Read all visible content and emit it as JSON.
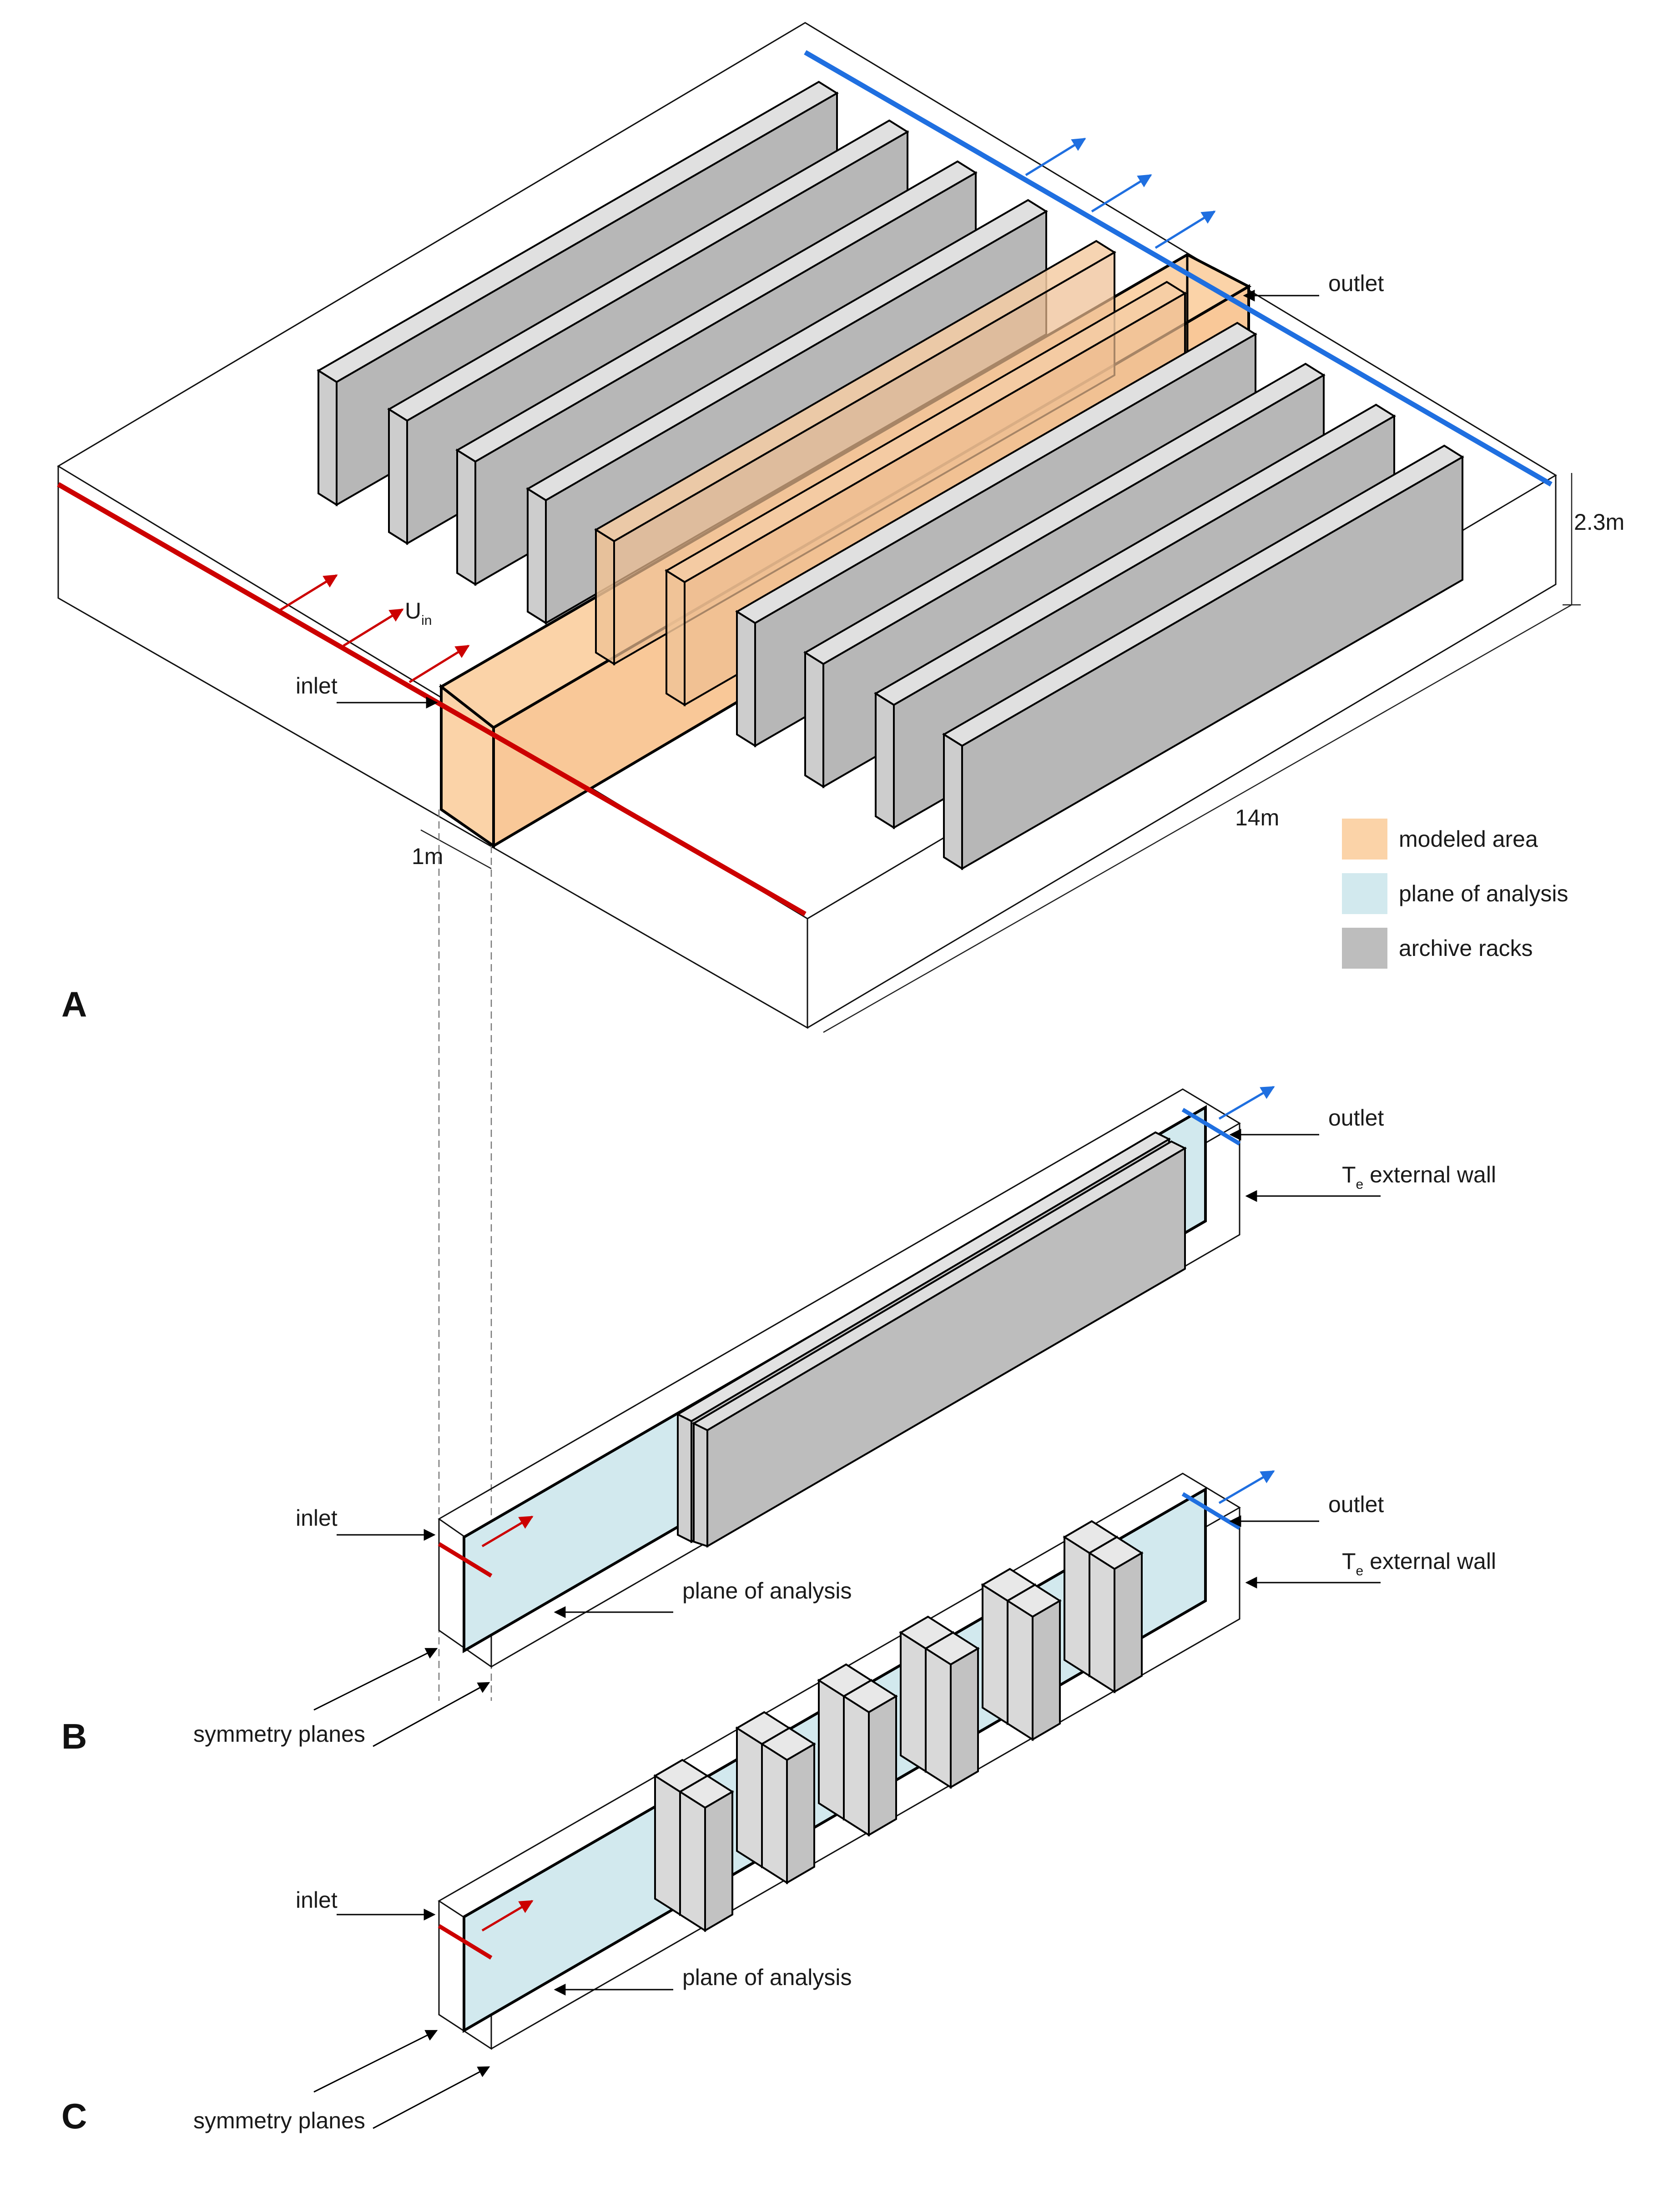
{
  "colors": {
    "modeled_area": "#fbd3a8",
    "plane_of_analysis": "#d2e9ee",
    "archive_racks": "#bdbdbd",
    "inlet_line": "#cc0000",
    "outlet_line": "#1f6fe0"
  },
  "panels": {
    "a": "A",
    "b": "B",
    "c": "C"
  },
  "panel_a": {
    "outlet": "outlet",
    "inlet": "inlet",
    "velocity_symbol": "U",
    "velocity_subscript": "in",
    "height_dim": "2.3m",
    "length_dim": "14m",
    "width_dim": "1m"
  },
  "legend": [
    {
      "label": "modeled area",
      "color": "#fbd3a8"
    },
    {
      "label": "plane of analysis",
      "color": "#d2e9ee"
    },
    {
      "label": "archive racks",
      "color": "#bdbdbd"
    }
  ],
  "panel_b": {
    "outlet": "outlet",
    "te_symbol": "T",
    "te_subscript": "e",
    "external_wall": " external wall",
    "inlet": "inlet",
    "plane_of_analysis": "plane of analysis",
    "symmetry_planes": "symmetry planes"
  },
  "panel_c": {
    "outlet": "outlet",
    "te_symbol": "T",
    "te_subscript": "e",
    "external_wall": " external wall",
    "inlet": "inlet",
    "plane_of_analysis": "plane of analysis",
    "symmetry_planes": "symmetry planes"
  }
}
